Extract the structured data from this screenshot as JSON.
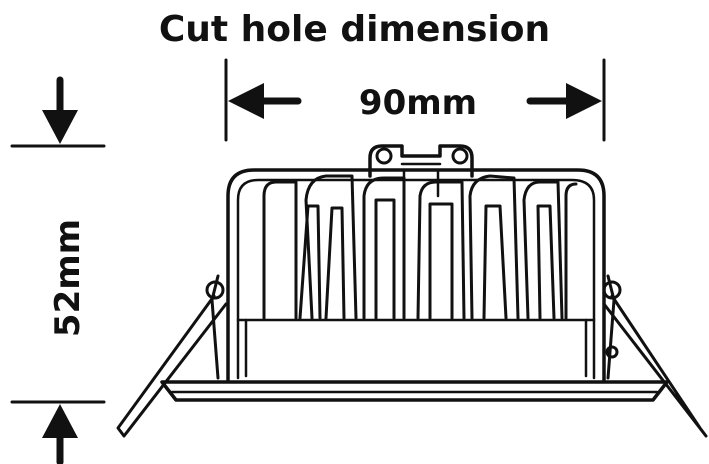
{
  "title": "Cut hole dimension",
  "width_label": "90mm",
  "height_label": "52mm",
  "colors": {
    "line": "#111111",
    "background": "#ffffff"
  }
}
